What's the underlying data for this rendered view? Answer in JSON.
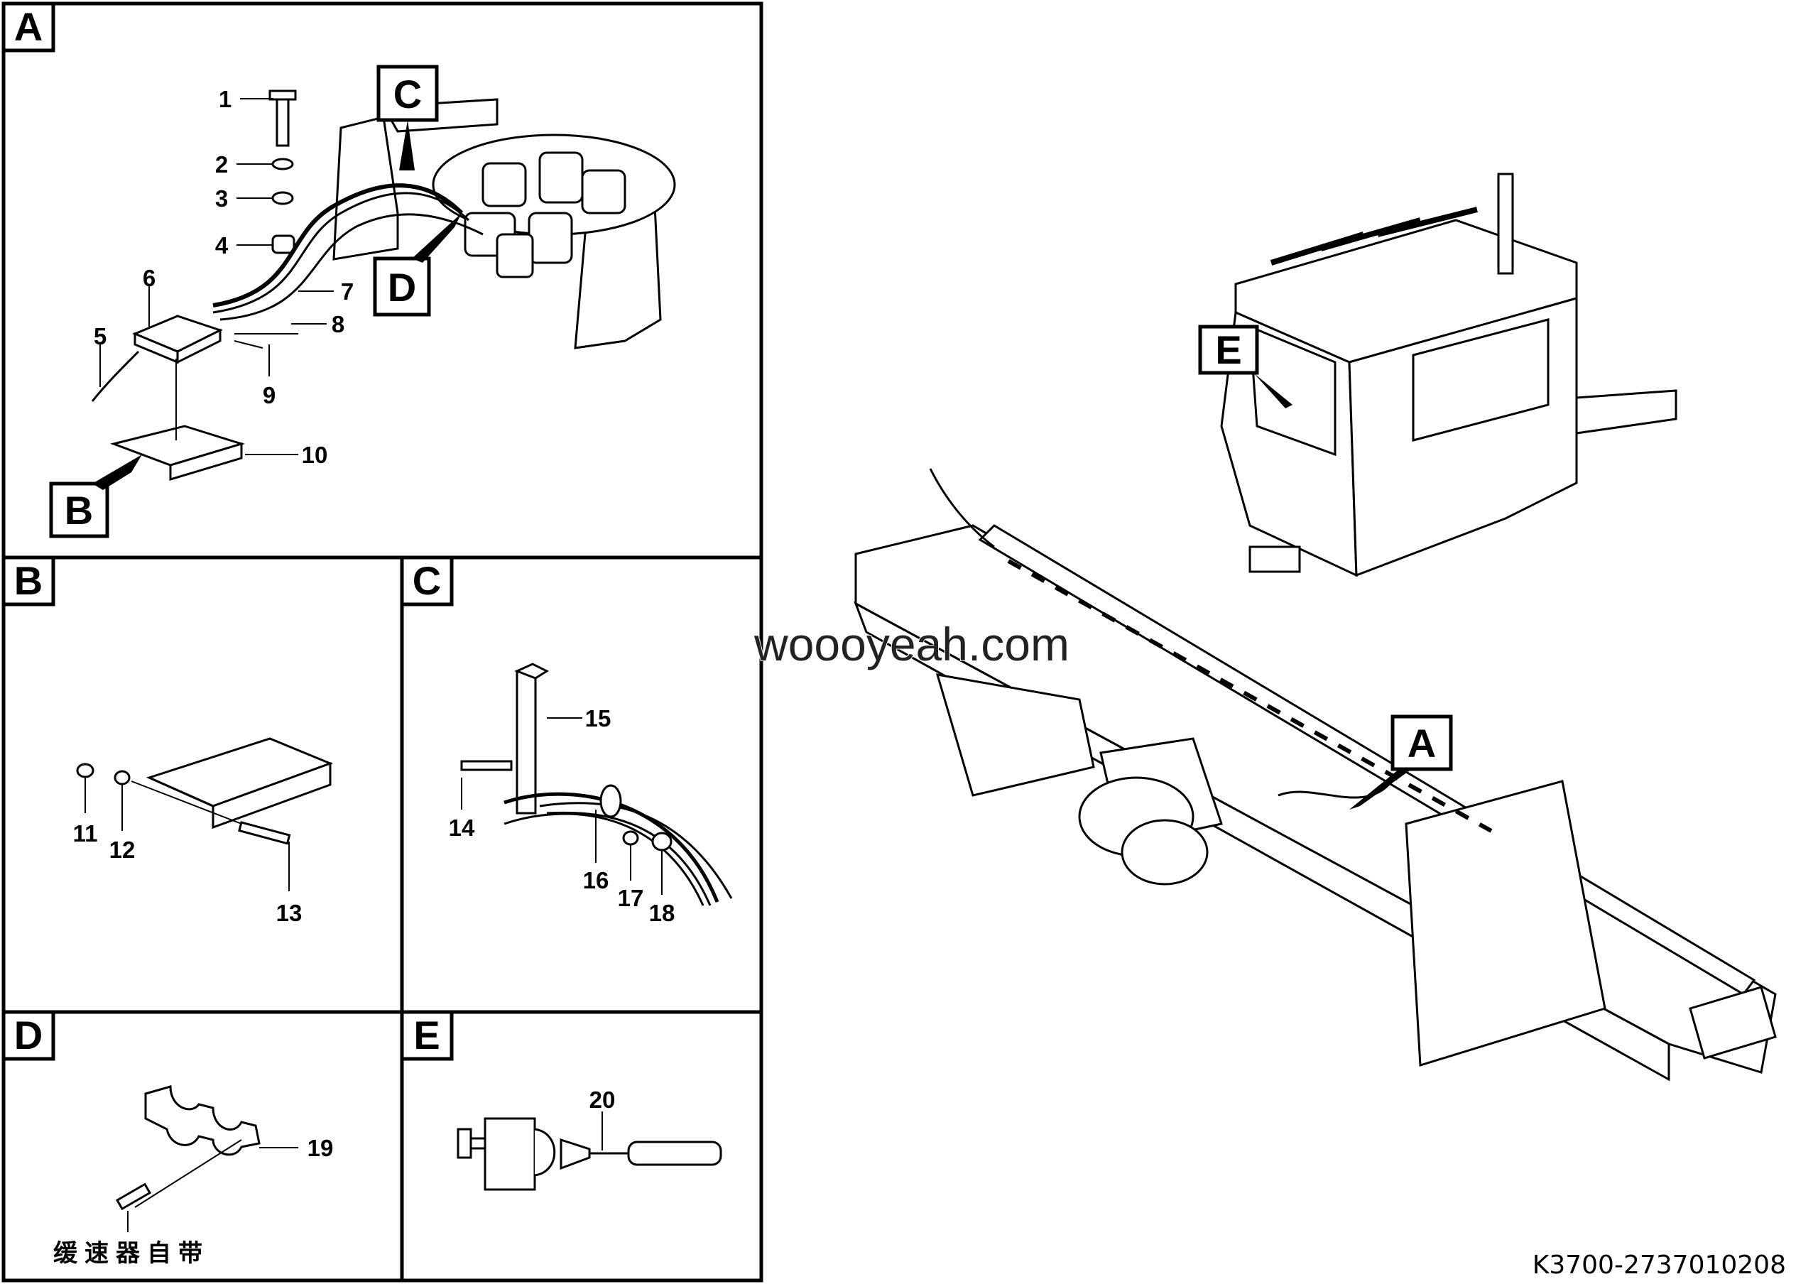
{
  "panels": {
    "A": {
      "label": "A",
      "callouts": {
        "B": "B",
        "C": "C",
        "D": "D"
      },
      "items": [
        "1",
        "2",
        "3",
        "4",
        "5",
        "6",
        "7",
        "8",
        "9",
        "10"
      ]
    },
    "B": {
      "label": "B",
      "items": [
        "11",
        "12",
        "13"
      ]
    },
    "C": {
      "label": "C",
      "items": [
        "14",
        "15",
        "16",
        "17",
        "18"
      ]
    },
    "D": {
      "label": "D",
      "items": [
        "19"
      ],
      "note": "缓速器自带"
    },
    "E": {
      "label": "E",
      "items": [
        "20"
      ]
    }
  },
  "overview": {
    "callout_A": "A",
    "callout_E": "E"
  },
  "watermark": "woooyeah.com",
  "drawing_code": "K3700-2737010208"
}
